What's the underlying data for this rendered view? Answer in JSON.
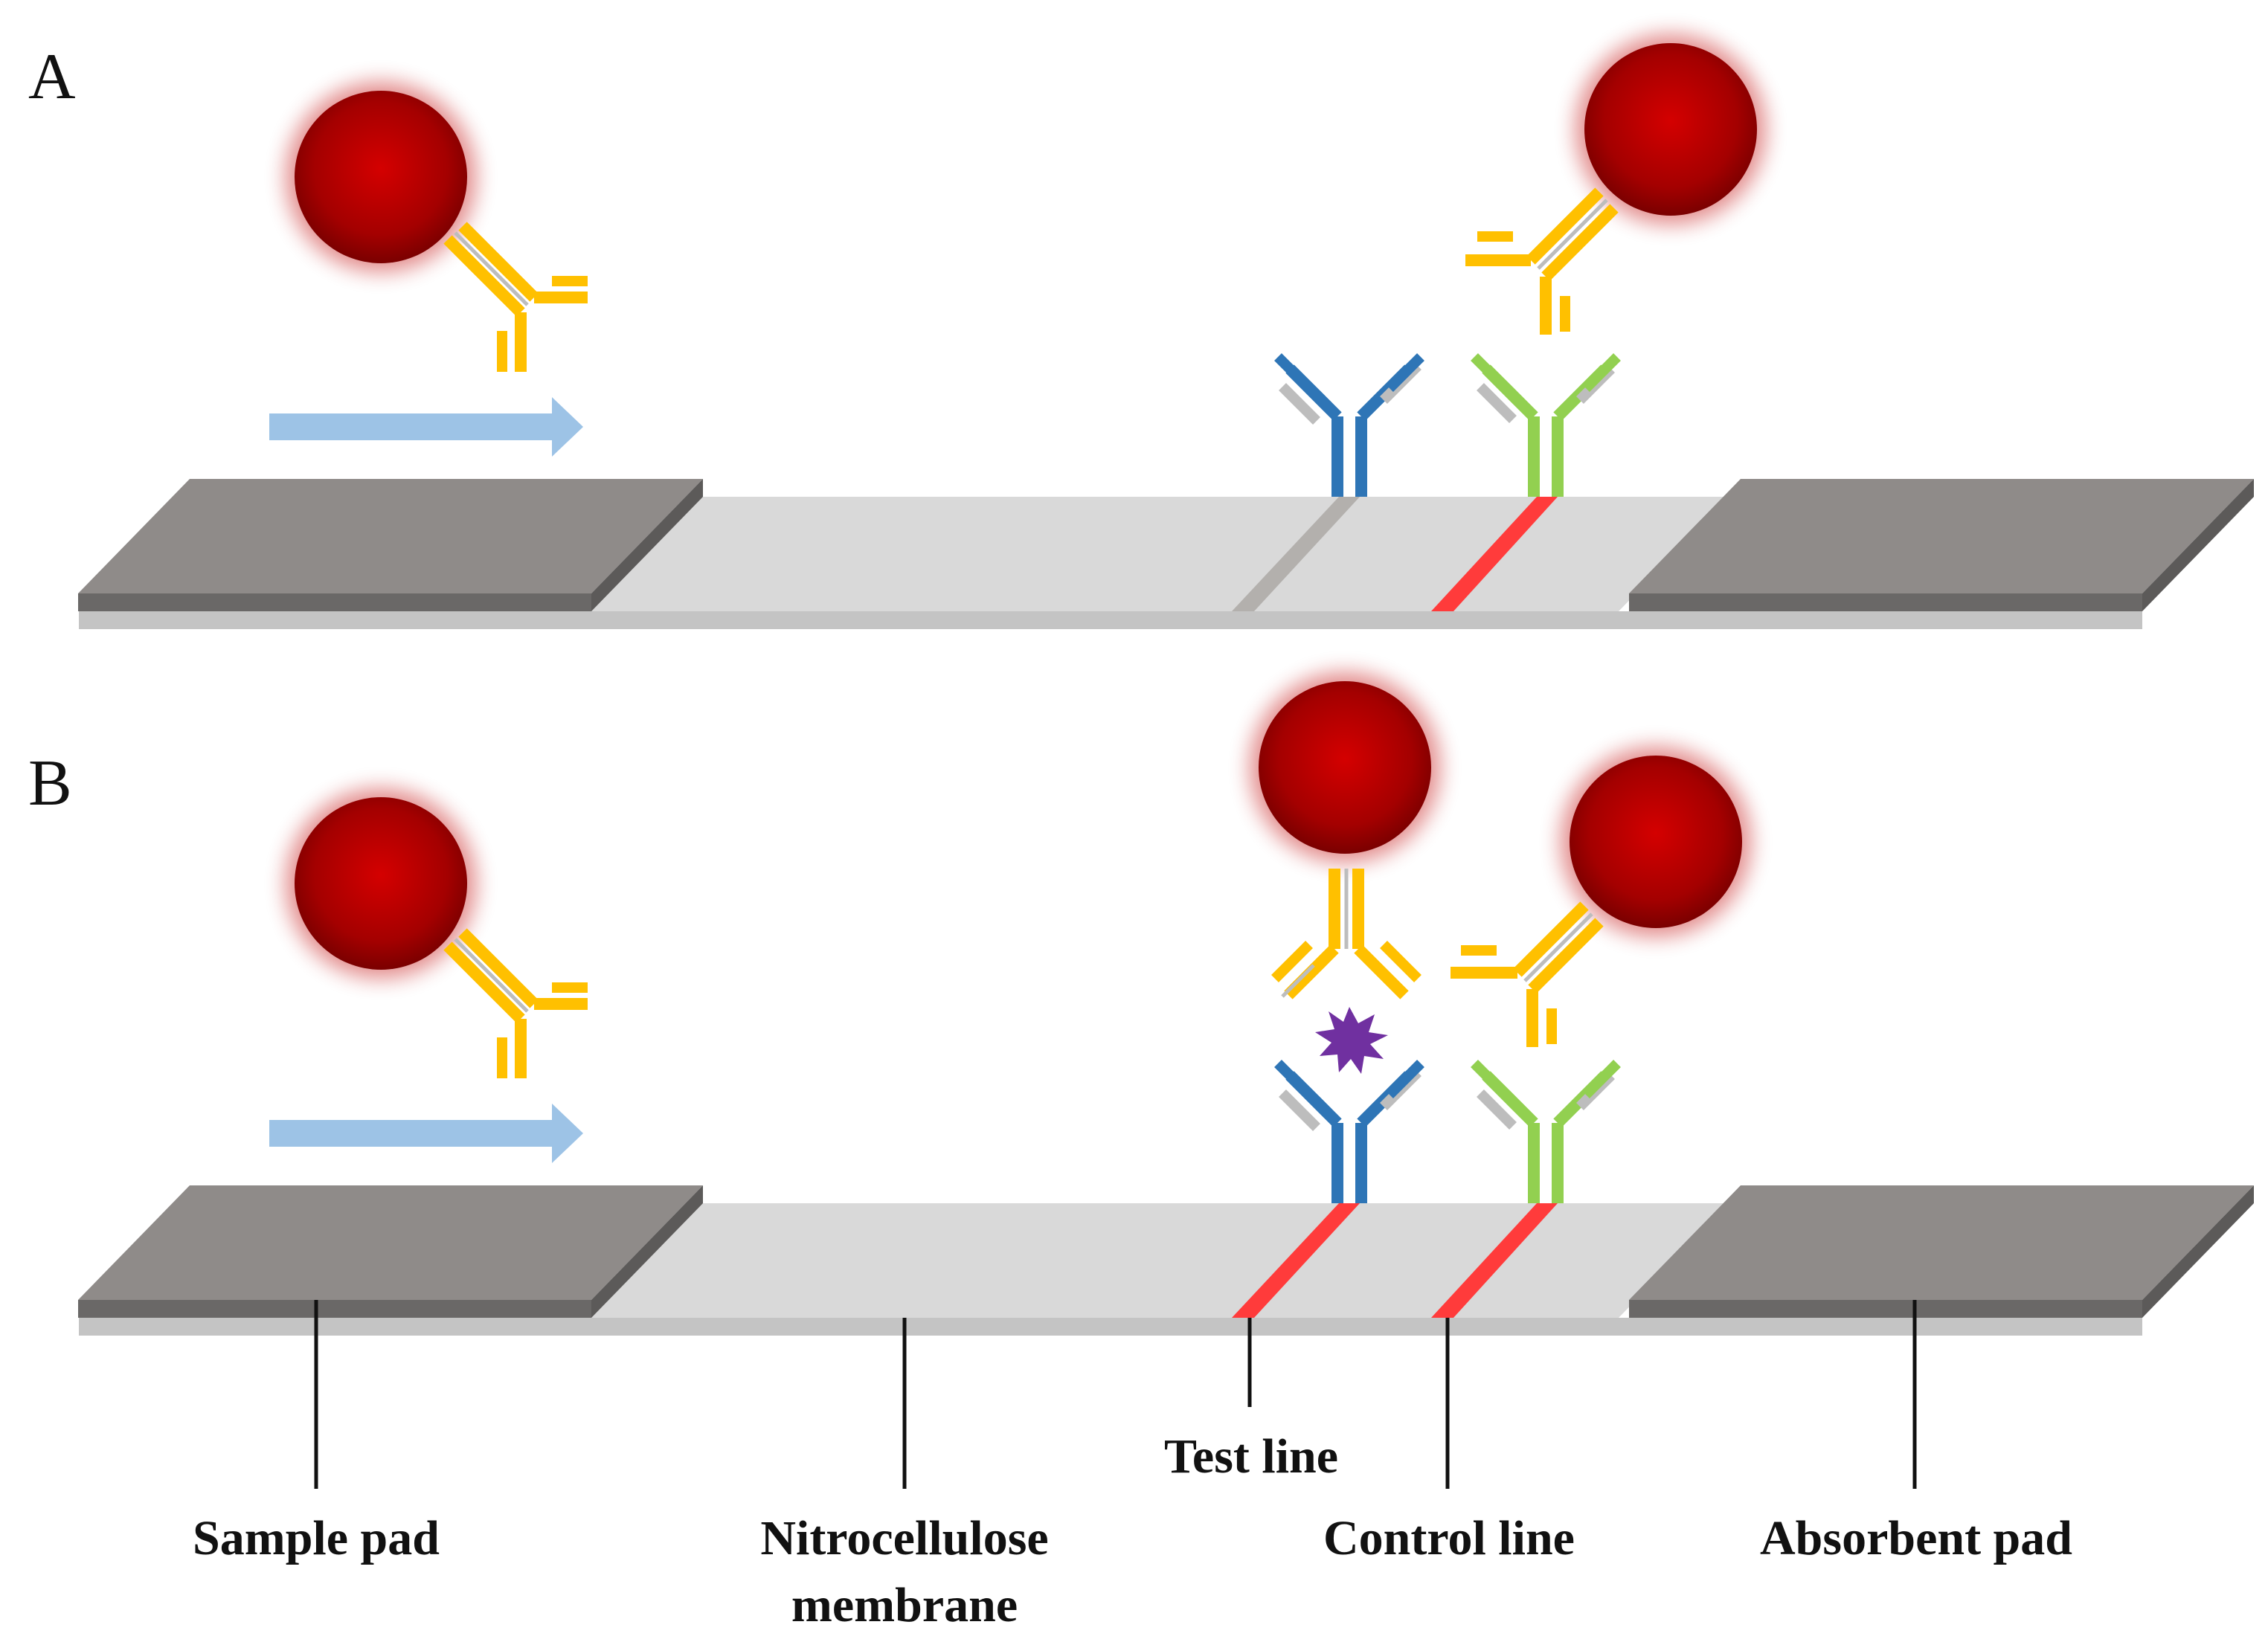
{
  "panels": {
    "a": {
      "letter": "A"
    },
    "b": {
      "letter": "B"
    }
  },
  "labels": {
    "sample_pad": "Sample pad",
    "membrane_line1": "Nitrocellulose",
    "membrane_line2": "membrane",
    "test_line": "Test line",
    "control_line": "Control line",
    "absorbent_pad": "Absorbent pad"
  },
  "colors": {
    "pad_top": "#8f8b89",
    "pad_front": "#6a6867",
    "membrane": "#d9d9d9",
    "base": "#c4c4c4",
    "flow_arrow": "#9dc3e6",
    "detection_antibody": "#ffc000",
    "capture_antibody": "#2e75b6",
    "control_antibody": "#92d050",
    "gold_nanoparticle": "#c00000",
    "line_positive": "#ff3b3b",
    "line_negative": "#b3b0ad",
    "analyte": "#7030a0"
  },
  "state": {
    "panel_a_test_line": "negative",
    "panel_a_control_line": "positive",
    "panel_b_test_line": "positive",
    "panel_b_control_line": "positive"
  }
}
